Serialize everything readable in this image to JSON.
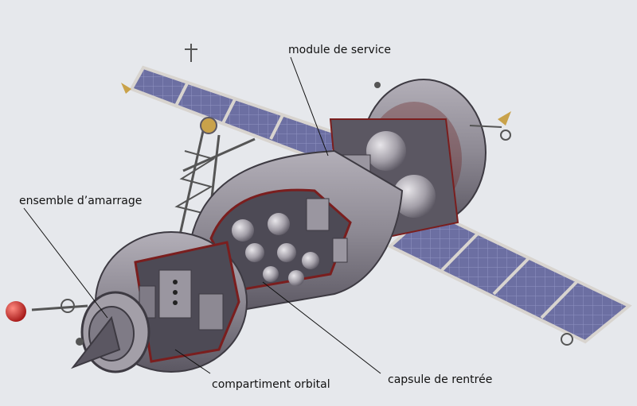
{
  "labels": {
    "service_module": "module de service",
    "docking_assembly": "ensemble d’amarrage",
    "orbital_compartment": "compartiment orbital",
    "reentry_capsule": "capsule de rentrée"
  },
  "colors": {
    "background": "#e6e8ec",
    "hull": "#8d8993",
    "hull_shadow": "#5b5762",
    "panel": "#6c6fa2",
    "panel_frame": "#d8d4cf",
    "cutaway_edge": "#7a1e1e",
    "accent_gold": "#c9a24a",
    "docking_red": "#c62828"
  }
}
